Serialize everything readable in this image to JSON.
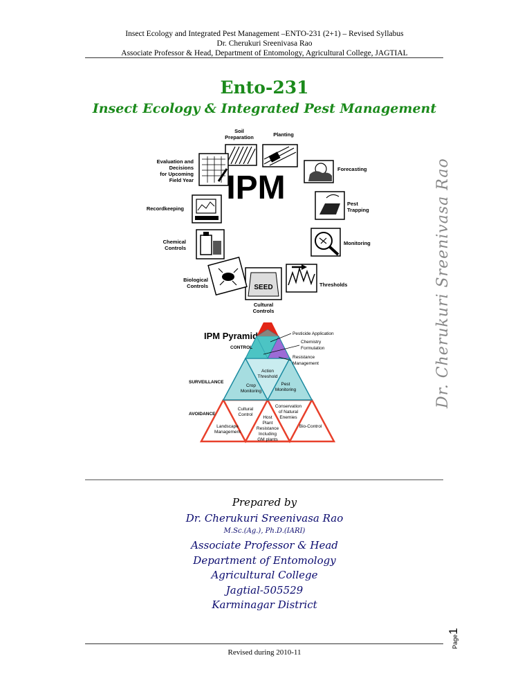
{
  "header": {
    "line1": "Insect Ecology and Integrated Pest Management –ENTO-231 (2+1) – Revised Syllabus",
    "line2": "Dr. Cherukuri Sreenivasa Rao",
    "line3": "Associate Professor & Head, Department of Entomology, Agricultural College, JAGTIAL"
  },
  "title": "Ento-231",
  "subtitle": "Insect Ecology & Integrated Pest Management",
  "ipm_wheel": {
    "center": "IPM",
    "stages": {
      "soil": [
        "Soil",
        "Preparation"
      ],
      "planting": [
        "Planting"
      ],
      "forecasting": [
        "Forecasting"
      ],
      "trapping": [
        "Pest",
        "Trapping"
      ],
      "monitoring": [
        "Monitoring"
      ],
      "thresholds": [
        "Thresholds"
      ],
      "cultural": [
        "Cultural",
        "Controls"
      ],
      "biological": [
        "Biological",
        "Controls"
      ],
      "chemical": [
        "Chemical",
        "Controls"
      ],
      "recordkeeping": [
        "Recordkeeping"
      ],
      "evaluation": [
        "Evaluation and",
        "Decisions",
        "for Upcoming",
        "Field Year"
      ]
    },
    "seed_label": "SEED",
    "icon_names": [
      "soil-icon",
      "planting-icon",
      "forecasting-icon",
      "trap-icon",
      "monitoring-icon",
      "threshold-icon",
      "seed-bag-icon",
      "biological-icon",
      "chemical-icon",
      "recordkeeping-icon",
      "evaluation-icon"
    ]
  },
  "pyramid": {
    "title": "IPM Pyramid",
    "levels": [
      "CONTROL",
      "SURVEILLANCE",
      "AVOIDANCE"
    ],
    "labels": {
      "pesticide": [
        "Pesticide Application"
      ],
      "chemistry": [
        "Chemistry",
        "Formulation"
      ],
      "resistance": [
        "Resistance",
        "Management"
      ],
      "action": [
        "Action",
        "Threshold"
      ],
      "crop": [
        "Crop",
        "Monitoring"
      ],
      "pest": [
        "Pest",
        "Monitoring"
      ],
      "cultural": [
        "Cultural",
        "Control"
      ],
      "conservation": [
        "Conservation",
        "of Natural",
        "Enemies"
      ],
      "host": [
        "Host",
        "Plant",
        "Resistance",
        "Including",
        "GM plants"
      ],
      "landscape": [
        "Landscape",
        "Management"
      ],
      "biocontrol": [
        "Bio-Control"
      ]
    },
    "colors": {
      "top": "#e32617",
      "teal": "#4cc4c4",
      "purple": "#9c6bd6",
      "middle": "#a6dde0",
      "bottom_stroke": "#e8402b"
    }
  },
  "watermark": "Dr. Cherukuri Sreenivasa Rao",
  "prepared": {
    "by": "Prepared by",
    "name": "Dr. Cherukuri Sreenivasa Rao",
    "degrees": "M.Sc.(Ag.), Ph.D.(IARI)",
    "position": "Associate Professor & Head",
    "department": "Department of Entomology",
    "college": "Agricultural College",
    "place": "Jagtial-505529",
    "district": "Karminagar District"
  },
  "footer": "Revised during 2010-11",
  "page": {
    "label": "Page",
    "number": "1"
  }
}
